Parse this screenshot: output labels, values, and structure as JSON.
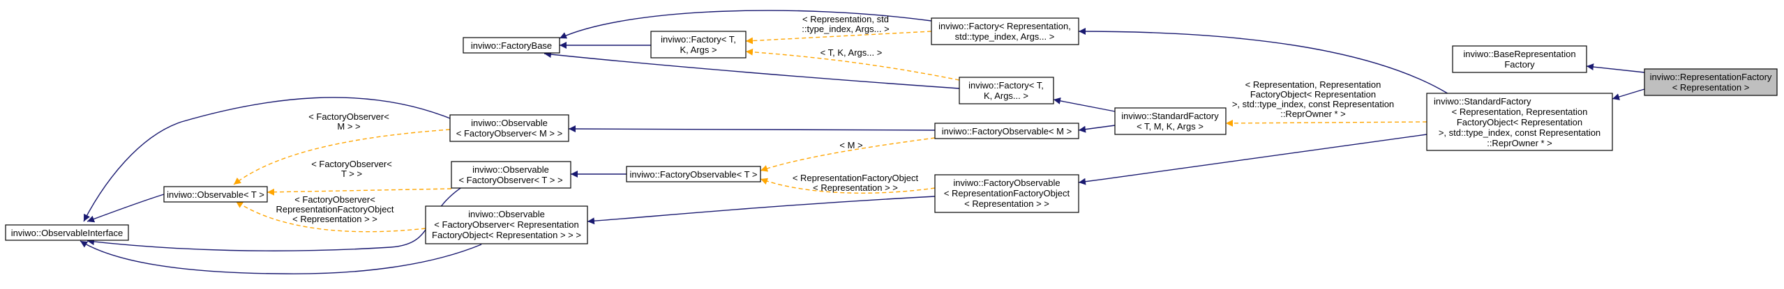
{
  "colors": {
    "inheritance_edge": "#191970",
    "template_edge": "#ffa500",
    "node_fill": "#ffffff",
    "highlight_fill": "#bfbfbf",
    "node_border": "#000000"
  },
  "nodes": {
    "observable_interface": {
      "lines": [
        "inviwo::ObservableInterface"
      ]
    },
    "observable_t": {
      "lines": [
        "inviwo::Observable< T >"
      ]
    },
    "factory_base": {
      "lines": [
        "inviwo::FactoryBase"
      ]
    },
    "factory_t_k_args": {
      "lines": [
        "inviwo::Factory< T,",
        "K, Args >"
      ]
    },
    "observable_factory_observer_m": {
      "lines": [
        "inviwo::Observable",
        "< FactoryObserver< M > >"
      ]
    },
    "observable_factory_observer_t": {
      "lines": [
        "inviwo::Observable",
        "< FactoryObserver< T > >"
      ]
    },
    "observable_factory_observer_repr": {
      "lines": [
        "inviwo::Observable",
        "< FactoryObserver< Representation",
        "FactoryObject< Representation > > >"
      ]
    },
    "factory_observable_t": {
      "lines": [
        "inviwo::FactoryObservable< T >"
      ]
    },
    "factory_repr_typeindex": {
      "lines": [
        "inviwo::Factory< Representation,",
        "std::type_index, Args... >"
      ]
    },
    "factory_t_k_args_ellipsis": {
      "lines": [
        "inviwo::Factory< T,",
        "K, Args... >"
      ]
    },
    "factory_observable_m": {
      "lines": [
        "inviwo::FactoryObservable< M >"
      ]
    },
    "factory_observable_repr": {
      "lines": [
        "inviwo::FactoryObservable",
        "< RepresentationFactoryObject",
        "< Representation > >"
      ]
    },
    "standard_factory_t": {
      "lines": [
        "inviwo::StandardFactory",
        "< T, M, K, Args >"
      ]
    },
    "base_representation_factory": {
      "lines": [
        "inviwo::BaseRepresentation",
        "Factory"
      ]
    },
    "standard_factory_repr": {
      "lines": [
        "inviwo::StandardFactory",
        "< Representation, Representation",
        "FactoryObject< Representation",
        ">, std::type_index, const Representation",
        "::ReprOwner * >"
      ]
    },
    "representation_factory": {
      "lines": [
        "inviwo::RepresentationFactory",
        "< Representation >"
      ]
    }
  },
  "edge_labels": {
    "factory_observer_m": {
      "lines": [
        "< FactoryObserver<",
        "M > >"
      ]
    },
    "factory_observer_t": {
      "lines": [
        "< FactoryObserver<",
        "T > >"
      ]
    },
    "factory_observer_repr": {
      "lines": [
        "< FactoryObserver<",
        "RepresentationFactoryObject",
        "< Representation > >"
      ]
    },
    "repr_std_typeindex": {
      "lines": [
        "< Representation, std",
        "::type_index, Args... >"
      ]
    },
    "t_k_args": {
      "lines": [
        "< T, K, Args... >"
      ]
    },
    "m": {
      "lines": [
        "< M >"
      ]
    },
    "repr_factory_object": {
      "lines": [
        "< RepresentationFactoryObject",
        "< Representation > >"
      ]
    },
    "standard_factory_args": {
      "lines": [
        "< Representation, Representation",
        "FactoryObject< Representation",
        ">, std::type_index, const Representation",
        "::ReprOwner * >"
      ]
    }
  }
}
